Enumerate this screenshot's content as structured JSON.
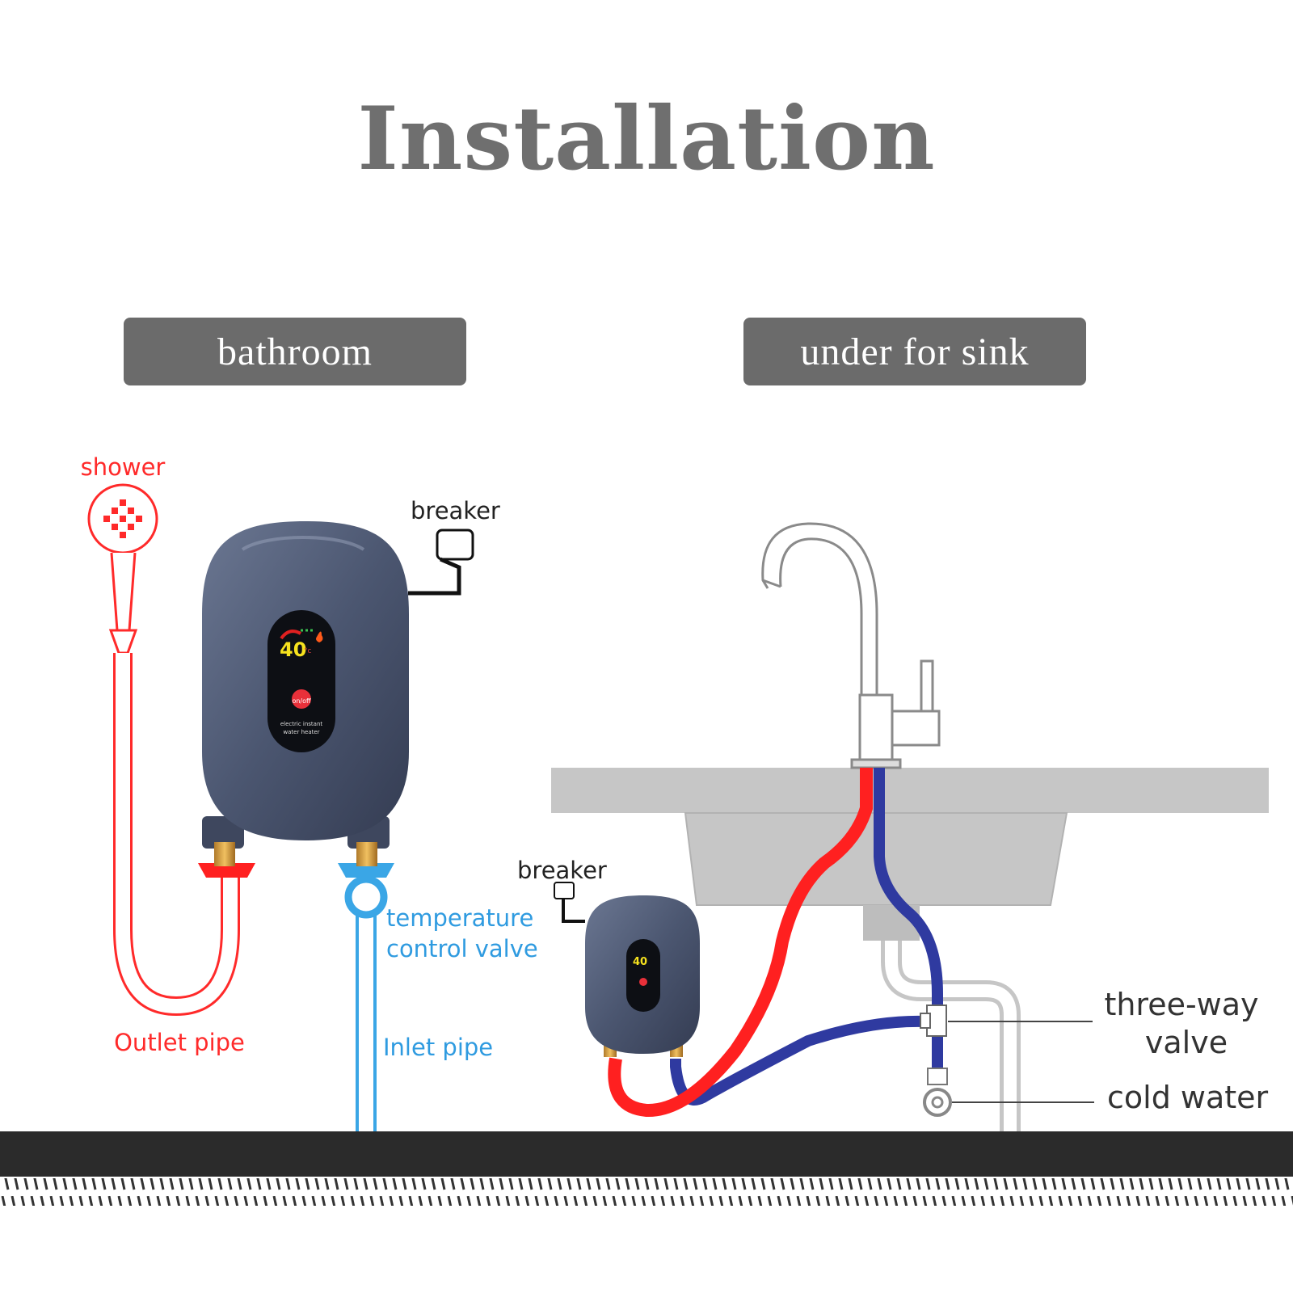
{
  "title": "Installation",
  "tabs": {
    "bathroom": "bathroom",
    "sink": "under for sink"
  },
  "bathroom_labels": {
    "shower": "shower",
    "breaker": "breaker",
    "outlet": "Outlet pipe",
    "temp_line1": "temperature",
    "temp_line2": "control valve",
    "inlet": "Inlet pipe"
  },
  "sink_labels": {
    "breaker": "breaker",
    "three_way_line1": "three-way",
    "three_way_line2": "valve",
    "cold": "cold water"
  },
  "heater_display": {
    "temperature": "40",
    "unit": "°c",
    "button": "on/off",
    "caption_line1": "electric instant",
    "caption_line2": "water heater"
  },
  "colors": {
    "hot": "#ff2020",
    "cold": "#2f3aa0",
    "inlet": "#3aa6e6",
    "body": "#4b5670",
    "title": "#6f6f6f",
    "pill": "#6b6b6b"
  }
}
